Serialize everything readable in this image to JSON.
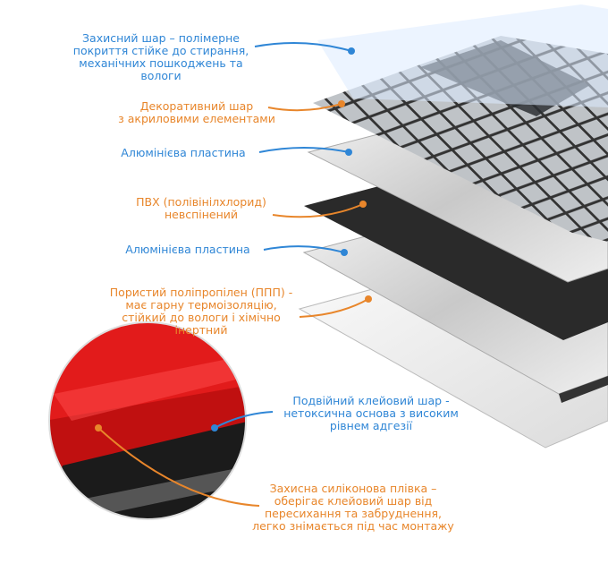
{
  "colors": {
    "blue": "#2f86d6",
    "orange": "#e8862b"
  },
  "labels": [
    {
      "id": "protective-layer",
      "color": "blue",
      "text": "Захисний шар – полімерне\nпокриття стійке до стирання,\nмеханічних пошкоджень та\nвологи"
    },
    {
      "id": "decorative-layer",
      "color": "orange",
      "text": "Декоративний шар\nз акриловими елементами"
    },
    {
      "id": "aluminum-plate-1",
      "color": "blue",
      "text": "Алюмінієва пластина"
    },
    {
      "id": "pvc-layer",
      "color": "orange",
      "text": "ПВХ (полівінілхлорид)\nневспінений"
    },
    {
      "id": "aluminum-plate-2",
      "color": "blue",
      "text": "Алюмінієва пластина"
    },
    {
      "id": "polypropylene-layer",
      "color": "orange",
      "text": "Пористий поліпропілен (ППП) -\nмає гарну термоізоляцію,\nстійкий до вологи і хімічно\nінертний"
    },
    {
      "id": "adhesive-layer",
      "color": "blue",
      "text": "Подвійний клейовий шар -\nнетоксична основа з високим\nрівнем адгезії"
    },
    {
      "id": "silicone-film",
      "color": "orange",
      "text": "Захисна силіконова плівка –\nоберігає клейовий шар від\nпересихання та забруднення,\nлегко знімається під час монтажу"
    }
  ]
}
